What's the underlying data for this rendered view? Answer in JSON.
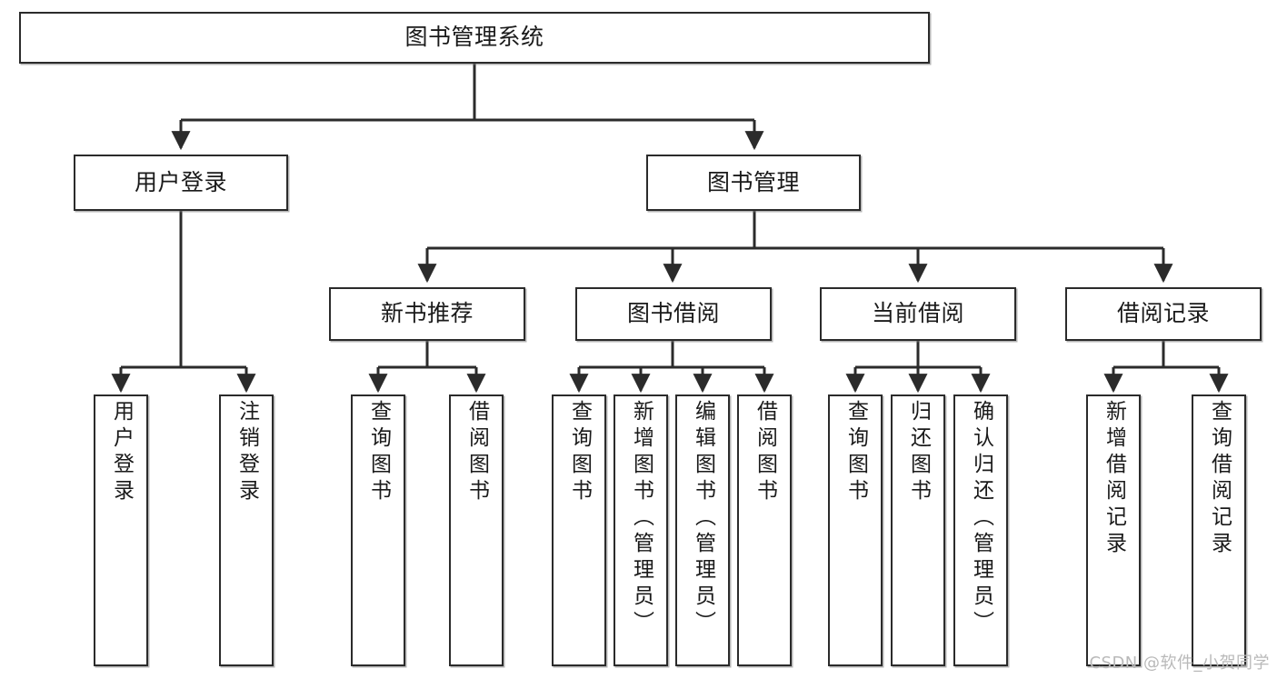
{
  "diagram": {
    "kind": "tree-hierarchy-chart",
    "title": "图书管理系统",
    "line_color": "#2b2b2b",
    "box_fill": "#ffffff",
    "text_color": "#1a1a1a"
  },
  "root": {
    "label": "图书管理系统"
  },
  "level2": [
    {
      "label": "用户登录"
    },
    {
      "label": "图书管理"
    }
  ],
  "level3": [
    {
      "label": "新书推荐"
    },
    {
      "label": "图书借阅"
    },
    {
      "label": "当前借阅"
    },
    {
      "label": "借阅记录"
    }
  ],
  "leaves": {
    "user_login": [
      {
        "label": "用户登录"
      },
      {
        "label": "注销登录"
      }
    ],
    "new_book_recommend": [
      {
        "label": "查询图书"
      },
      {
        "label": "借阅图书"
      }
    ],
    "book_borrow": [
      {
        "label": "查询图书"
      },
      {
        "label": "新增图书（管理员）"
      },
      {
        "label": "编辑图书（管理员）"
      },
      {
        "label": "借阅图书"
      }
    ],
    "current_borrow": [
      {
        "label": "查询图书"
      },
      {
        "label": "归还图书"
      },
      {
        "label": "确认归还（管理员）"
      }
    ],
    "borrow_record": [
      {
        "label": "新增借阅记录"
      },
      {
        "label": "查询借阅记录"
      }
    ]
  },
  "watermark": {
    "text": "CSDN @软件_小贺同学"
  }
}
